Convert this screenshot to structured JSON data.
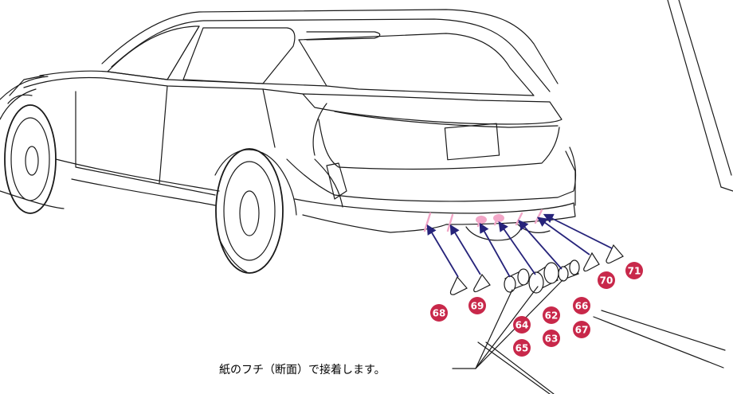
{
  "colors": {
    "badge": "#c8284a",
    "arrow": "#26237a",
    "mark": "#f2a7c8",
    "line": "#1a1a1a"
  },
  "note": "紙のフチ（断面）で接着します。",
  "badges": [
    {
      "id": "62",
      "label": "62"
    },
    {
      "id": "63",
      "label": "63"
    },
    {
      "id": "64",
      "label": "64"
    },
    {
      "id": "65",
      "label": "65"
    },
    {
      "id": "66",
      "label": "66"
    },
    {
      "id": "67",
      "label": "67"
    },
    {
      "id": "68",
      "label": "68"
    },
    {
      "id": "69",
      "label": "69"
    },
    {
      "id": "70",
      "label": "70"
    },
    {
      "id": "71",
      "label": "71"
    }
  ]
}
